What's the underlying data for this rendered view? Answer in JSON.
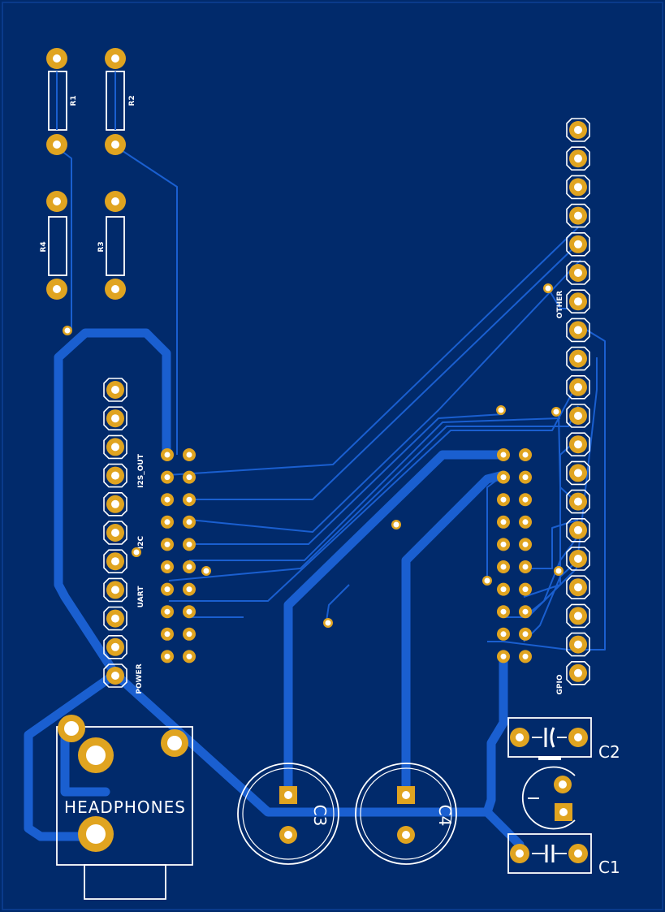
{
  "board": {
    "colors": {
      "board": "#012a6b",
      "copper_fill": "#0a3a8a",
      "trace": "#1a5fd0",
      "pad": "#e0a420",
      "pad_hole": "#ffffff",
      "silkscreen": "#ffffff"
    },
    "resistors": {
      "r1": "R1",
      "r2": "R2",
      "r3": "R3",
      "r4": "R4"
    },
    "capacitors": {
      "c1": "C1",
      "c2": "C2",
      "c3": "C3",
      "c4": "C4"
    },
    "headers": {
      "i2s_out": "I2S_OUT",
      "i2c": "I2C",
      "uart": "UART",
      "power": "POWER",
      "other": "OTHER",
      "gpio": "GPIO"
    },
    "connector": {
      "headphones": "HEADPHONES"
    }
  }
}
